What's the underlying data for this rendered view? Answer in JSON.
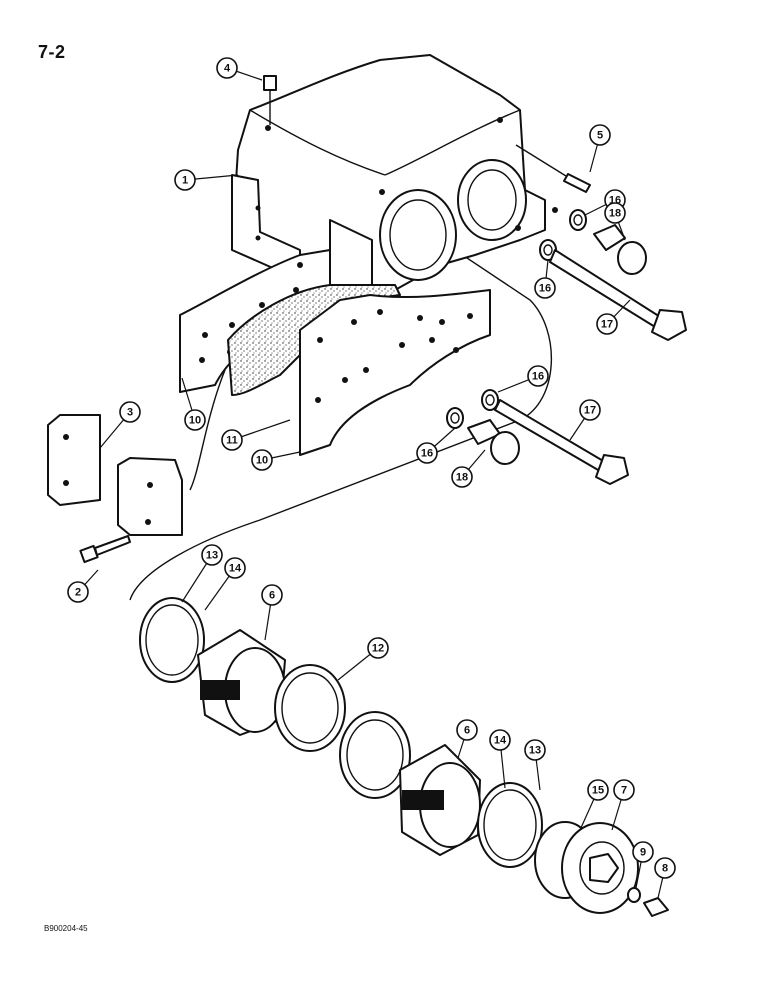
{
  "page_number": "7-2",
  "figure_code": "B900204-45",
  "callouts": [
    "1",
    "2",
    "3",
    "4",
    "5",
    "6",
    "6",
    "7",
    "8",
    "9",
    "10",
    "10",
    "11",
    "12",
    "13",
    "13",
    "14",
    "14",
    "15",
    "16",
    "16",
    "16",
    "16",
    "17",
    "17",
    "18",
    "18"
  ]
}
